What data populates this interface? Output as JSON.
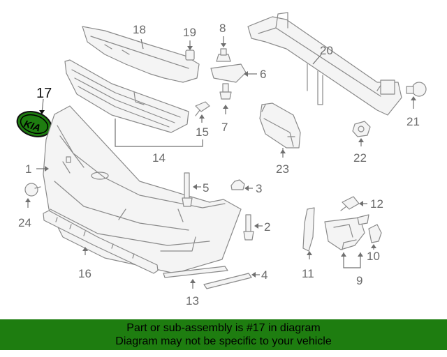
{
  "diagram": {
    "highlighted_part": "17",
    "emblem_text": "KIA",
    "callouts": {
      "p1": "1",
      "p2": "2",
      "p3": "3",
      "p4": "4",
      "p5": "5",
      "p6": "6",
      "p7": "7",
      "p8": "8",
      "p9": "9",
      "p10": "10",
      "p11": "11",
      "p12": "12",
      "p13": "13",
      "p14": "14",
      "p15": "15",
      "p16": "16",
      "p17": "17",
      "p18": "18",
      "p19": "19",
      "p20": "20",
      "p21": "21",
      "p22": "22",
      "p23": "23",
      "p24": "24"
    }
  },
  "banner": {
    "line1": "Part or sub-assembly is #17 in diagram",
    "line2": "Diagram may not be specific to your vehicle",
    "color": "#1e7d10"
  },
  "colors": {
    "highlight_part": "#1e7d10",
    "line_art": "#8a8a8a"
  }
}
